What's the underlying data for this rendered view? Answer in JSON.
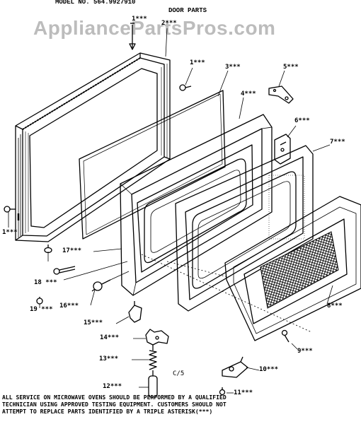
{
  "header": {
    "model": "MODEL NO. 564.9927910",
    "section": "DOOR PARTS"
  },
  "watermark": "AppliancePartsPros.com",
  "drawing_code": "C/5",
  "callouts": [
    {
      "id": "c1a",
      "label": "1***"
    },
    {
      "id": "c1b",
      "label": "1***"
    },
    {
      "id": "c1c",
      "label": "1***"
    },
    {
      "id": "c2",
      "label": "2***"
    },
    {
      "id": "c3",
      "label": "3***"
    },
    {
      "id": "c4",
      "label": "4***"
    },
    {
      "id": "c5",
      "label": "5***"
    },
    {
      "id": "c6",
      "label": "6***"
    },
    {
      "id": "c7",
      "label": "7***"
    },
    {
      "id": "c8",
      "label": "8***"
    },
    {
      "id": "c9",
      "label": "9***"
    },
    {
      "id": "c10",
      "label": "10***"
    },
    {
      "id": "c11",
      "label": "11***"
    },
    {
      "id": "c12",
      "label": "12***"
    },
    {
      "id": "c13",
      "label": "13***"
    },
    {
      "id": "c14",
      "label": "14***"
    },
    {
      "id": "c15",
      "label": "15***"
    },
    {
      "id": "c16",
      "label": "16***"
    },
    {
      "id": "c17",
      "label": "17***"
    },
    {
      "id": "c18",
      "label": "18 ***"
    },
    {
      "id": "c19",
      "label": "19 ***"
    }
  ],
  "footer": [
    "ALL SERVICE ON MICROWAVE OVENS SHOULD BE PERFORMED BY A QUALIFIED",
    "TECHNICIAN USING APPROVED TESTING EQUIPMENT.  CUSTOMERS SHOULD NOT",
    "ATTEMPT TO REPLACE PARTS IDENTIFIED BY A TRIPLE ASTERISK(***)"
  ]
}
